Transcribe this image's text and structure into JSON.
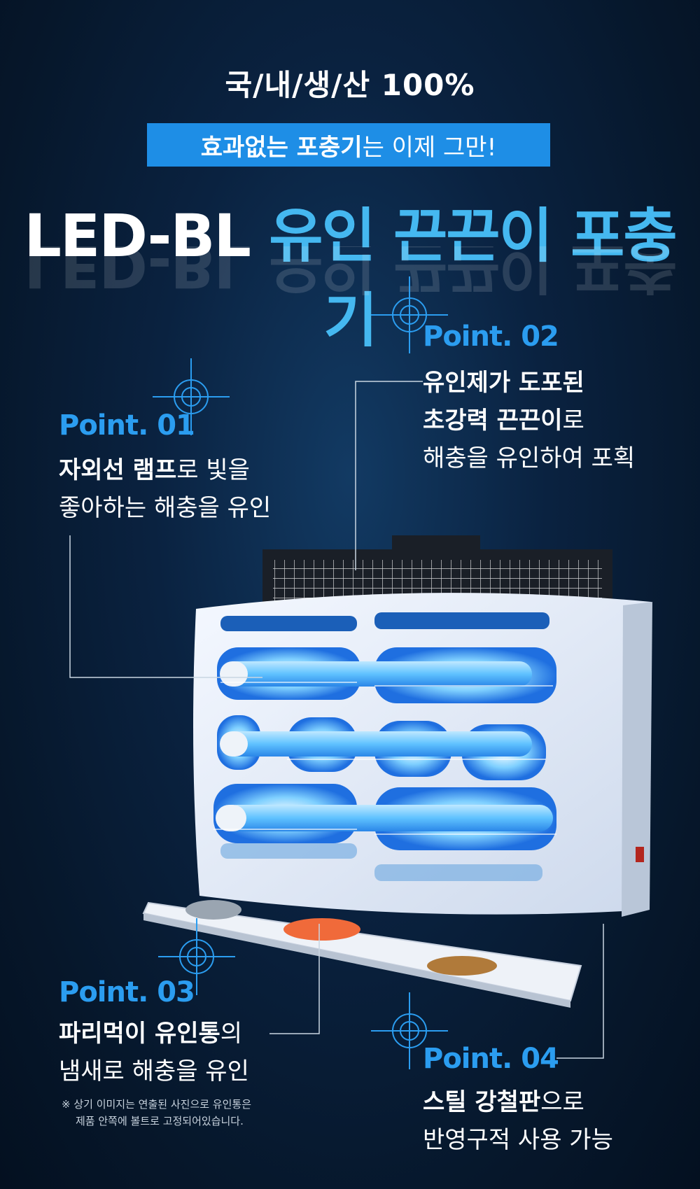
{
  "header": {
    "origin": "국/내/생/산 100%",
    "banner_bold": "효과없는 포충기",
    "banner_rest": "는 이제 그만!",
    "title_white": "LED-BL",
    "title_blue": "유인 끈끈이 포충기"
  },
  "points": [
    {
      "label": "Point. 01",
      "line1_bold": "자외선 램프",
      "line1_rest": "로 빛을",
      "line2": "좋아하는 해충을 유인"
    },
    {
      "label": "Point. 02",
      "line1_bold": "유인제가 도포된",
      "line2_bold": "초강력 끈끈이",
      "line2_rest": "로",
      "line3": "해충을 유인하여 포획"
    },
    {
      "label": "Point. 03",
      "line1_bold": "파리먹이 유인통",
      "line1_rest": "의",
      "line2": "냄새로 해충을 유인"
    },
    {
      "label": "Point. 04",
      "line1_bold": "스틸 강철판",
      "line1_rest": "으로",
      "line2": "반영구적 사용 가능"
    }
  ],
  "note": {
    "line1": "※ 상기 이미지는 연출된 사진으로 유인통은",
    "line2": "제품 안쪽에 볼트로 고정되어있습니다."
  },
  "colors": {
    "accent": "#2b9df0",
    "banner": "#1e8ee6",
    "title_blue": "#45b8f0",
    "background": "#0a2240"
  },
  "icons": [
    "crosshair-icon"
  ]
}
